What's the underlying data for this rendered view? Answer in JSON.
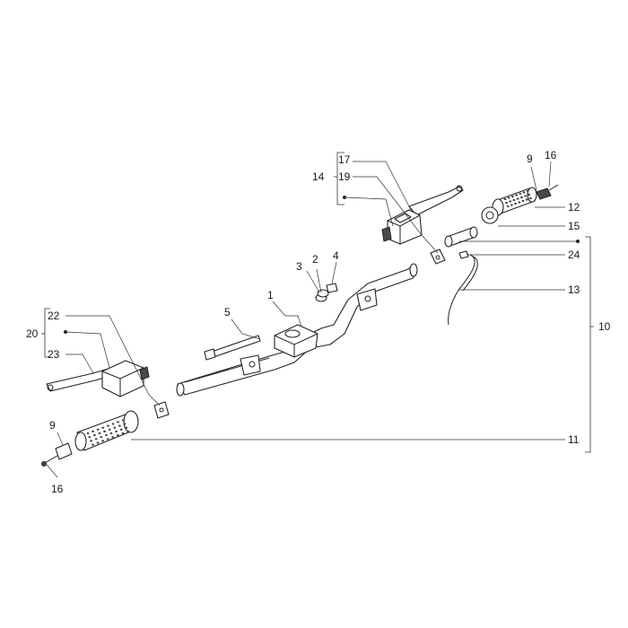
{
  "callouts": {
    "c1": "1",
    "c2": "2",
    "c3": "3",
    "c4": "4",
    "c5": "5",
    "c9_top": "9",
    "c9_bottom": "9",
    "c10": "10",
    "c11": "11",
    "c12": "12",
    "c13": "13",
    "c14": "14",
    "c15": "15",
    "c16_top": "16",
    "c16_bottom": "16",
    "c17": "17",
    "c19": "19",
    "c20": "20",
    "c22": "22",
    "c23": "23",
    "c24": "24"
  }
}
